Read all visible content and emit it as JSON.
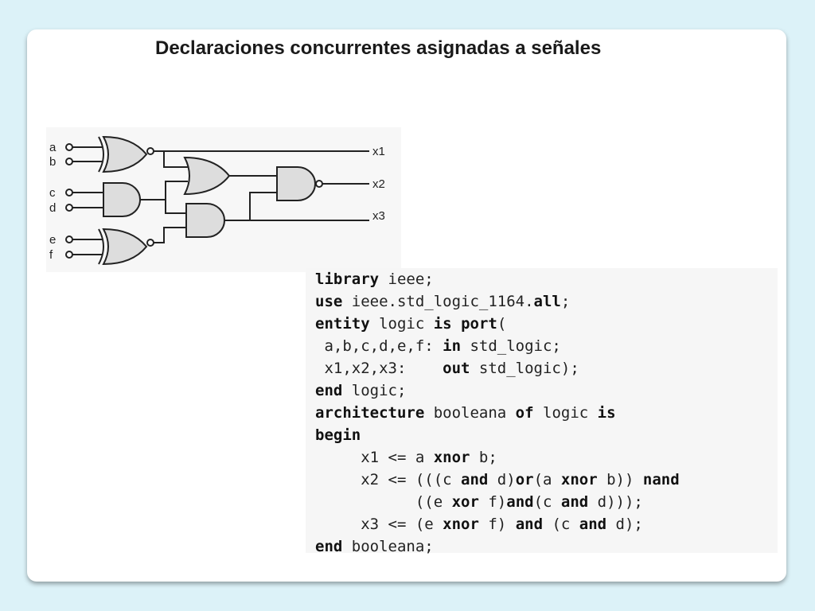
{
  "slide": {
    "title": "Declaraciones concurrentes asignadas a señales"
  },
  "circuit": {
    "inputs": [
      "a",
      "b",
      "c",
      "d",
      "e",
      "f"
    ],
    "outputs": [
      "x1",
      "x2",
      "x3"
    ]
  },
  "code": {
    "lines": [
      [
        {
          "t": "library",
          "k": true
        },
        {
          "t": " ieee;",
          "k": false
        }
      ],
      [
        {
          "t": "use",
          "k": true
        },
        {
          "t": " ieee.std_logic_1164.",
          "k": false
        },
        {
          "t": "all",
          "k": true
        },
        {
          "t": ";",
          "k": false
        }
      ],
      [
        {
          "t": "entity",
          "k": true
        },
        {
          "t": " logic ",
          "k": false
        },
        {
          "t": "is",
          "k": true
        },
        {
          "t": " ",
          "k": false
        },
        {
          "t": "port",
          "k": true
        },
        {
          "t": "(",
          "k": false
        }
      ],
      [
        {
          "t": " a,b,c,d,e,f: ",
          "k": false
        },
        {
          "t": "in",
          "k": true
        },
        {
          "t": " std_logic;",
          "k": false
        }
      ],
      [
        {
          "t": " x1,x2,x3:    ",
          "k": false
        },
        {
          "t": "out",
          "k": true
        },
        {
          "t": " std_logic);",
          "k": false
        }
      ],
      [
        {
          "t": "end",
          "k": true
        },
        {
          "t": " logic;",
          "k": false
        }
      ],
      [
        {
          "t": "architecture",
          "k": true
        },
        {
          "t": " booleana ",
          "k": false
        },
        {
          "t": "of",
          "k": true
        },
        {
          "t": " logic ",
          "k": false
        },
        {
          "t": "is",
          "k": true
        }
      ],
      [
        {
          "t": "begin",
          "k": true
        }
      ],
      [
        {
          "t": "     x1 <= a ",
          "k": false
        },
        {
          "t": "xnor",
          "k": true
        },
        {
          "t": " b;",
          "k": false
        }
      ],
      [
        {
          "t": "     x2 <= (((c ",
          "k": false
        },
        {
          "t": "and",
          "k": true
        },
        {
          "t": " d)",
          "k": false
        },
        {
          "t": "or",
          "k": true
        },
        {
          "t": "(a ",
          "k": false
        },
        {
          "t": "xnor",
          "k": true
        },
        {
          "t": " b)) ",
          "k": false
        },
        {
          "t": "nand",
          "k": true
        }
      ],
      [
        {
          "t": "           ((e ",
          "k": false
        },
        {
          "t": "xor",
          "k": true
        },
        {
          "t": " f)",
          "k": false
        },
        {
          "t": "and",
          "k": true
        },
        {
          "t": "(c ",
          "k": false
        },
        {
          "t": "and",
          "k": true
        },
        {
          "t": " d)));",
          "k": false
        }
      ],
      [
        {
          "t": "     x3 <= (e ",
          "k": false
        },
        {
          "t": "xnor",
          "k": true
        },
        {
          "t": " f) ",
          "k": false
        },
        {
          "t": "and",
          "k": true
        },
        {
          "t": " (c ",
          "k": false
        },
        {
          "t": "and",
          "k": true
        },
        {
          "t": " d);",
          "k": false
        }
      ],
      [
        {
          "t": "end",
          "k": true
        },
        {
          "t": " booleana;",
          "k": false
        }
      ]
    ]
  }
}
